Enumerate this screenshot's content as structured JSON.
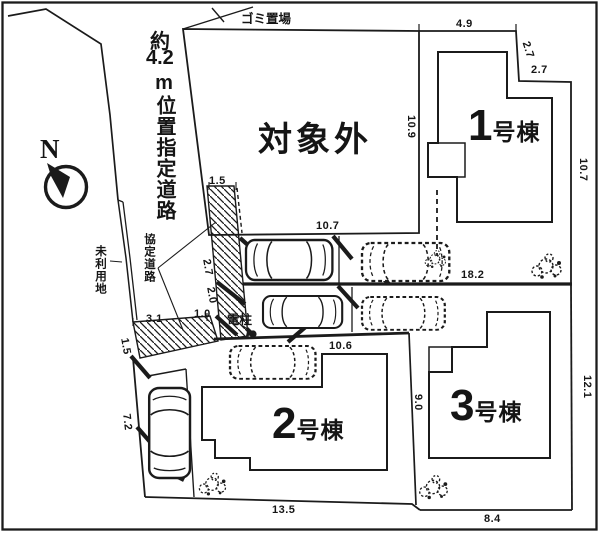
{
  "plan": {
    "compass": {
      "north": "N"
    },
    "road": {
      "label_prefix": "約",
      "label_width": "4.2",
      "label_suffix": "m位置指定道路"
    },
    "areas": {
      "garbage": "ゴミ置場",
      "unused_land": "未利用地",
      "agreement_road": "協定道路",
      "utility_pole": "電柱",
      "excluded_lot": "対象外",
      "building1": {
        "number": "1",
        "suffix": "号棟"
      },
      "building2": {
        "number": "2",
        "suffix": "号棟"
      },
      "building3": {
        "number": "3",
        "suffix": "号棟"
      }
    },
    "dimensions": {
      "lot1_top": "4.9",
      "lot1_ne_diag": "2.7",
      "lot1_ne_top": "2.7",
      "lot1_right": "10.7",
      "lot1_left": "10.9",
      "excluded_bottom": "10.7",
      "lot1_lot3_boundary": "18.2",
      "lot3_right": "12.1",
      "lot3_bottom": "8.4",
      "lot2_bottom": "13.5",
      "lot2_lot3_boundary": "9.0",
      "lot2_top": "10.6",
      "lot2_left": "7.2",
      "hatch_top": "1.5",
      "road_width_27": "2.7",
      "road_width_20": "2.0",
      "road_width_10": "1.0",
      "road_width_31": "3.1",
      "road_left_15": "1.5"
    },
    "colors": {
      "background": "#ffffff",
      "line": "#1b1b1b"
    }
  }
}
